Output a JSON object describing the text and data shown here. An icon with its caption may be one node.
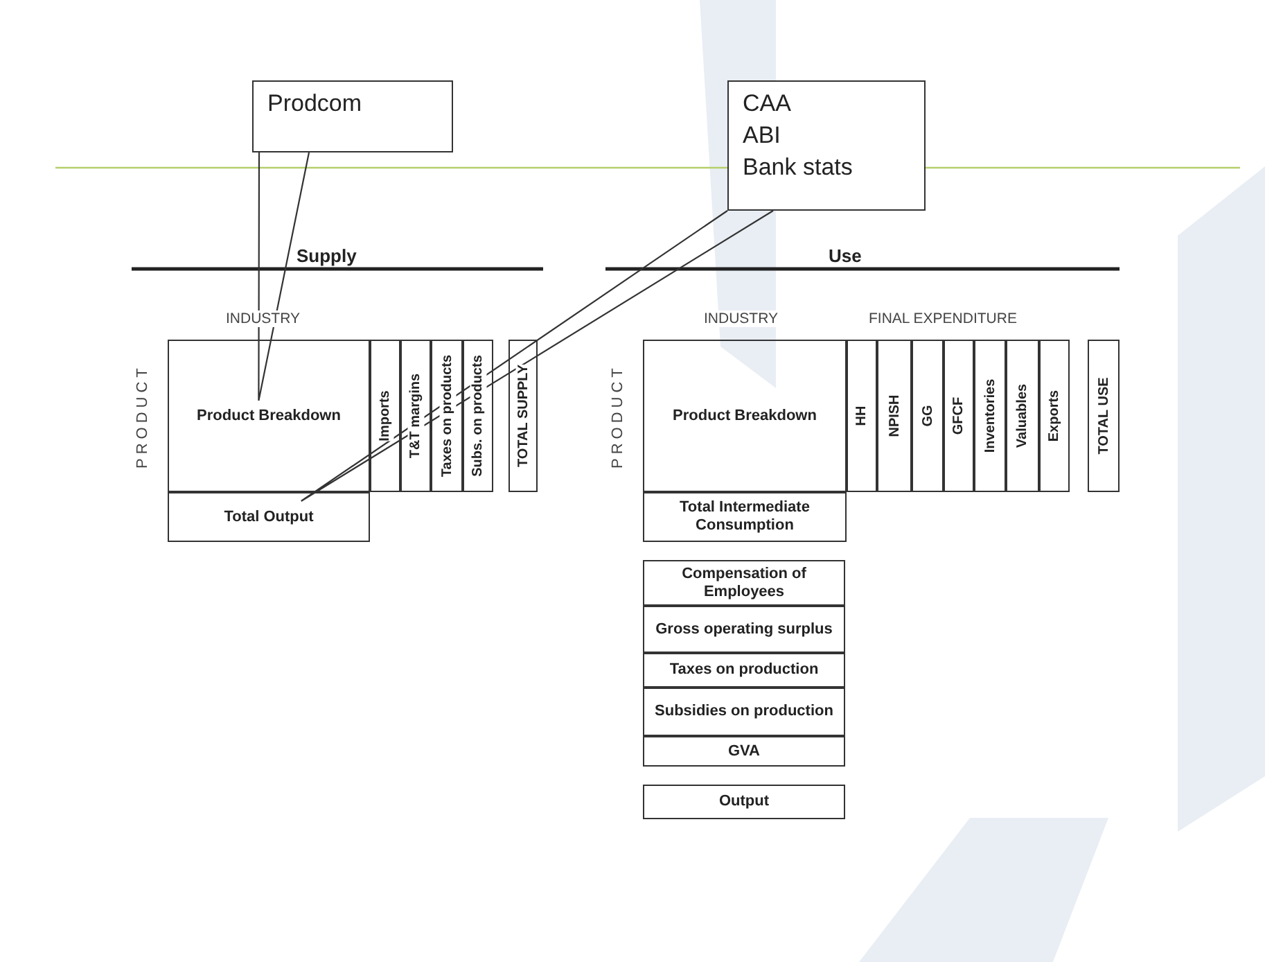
{
  "diagram": {
    "nodes": [
      {
        "text": [
          "Prodcom"
        ]
      },
      {
        "text": [
          "CAA",
          "ABI",
          "Bank stats"
        ]
      },
      {
        "text": [
          "Product Breakdown"
        ]
      },
      {
        "text": [
          "Total Output"
        ]
      },
      {
        "text": [
          "Imports"
        ]
      },
      {
        "text": [
          "T&T margins"
        ]
      },
      {
        "text": [
          "Taxes on products"
        ]
      },
      {
        "text": [
          "Subs. on products"
        ]
      },
      {
        "text": [
          "TOTAL SUPPLY"
        ]
      },
      {
        "text": [
          "Product Breakdown"
        ]
      },
      {
        "text": [
          "HH"
        ]
      },
      {
        "text": [
          "NPISH"
        ]
      },
      {
        "text": [
          "GG"
        ]
      },
      {
        "text": [
          "GFCF"
        ]
      },
      {
        "text": [
          "Inventories"
        ]
      },
      {
        "text": [
          "Valuables"
        ]
      },
      {
        "text": [
          "Exports"
        ]
      },
      {
        "text": [
          "TOTAL USE"
        ]
      },
      {
        "text": [
          "Total Intermediate Consumption"
        ]
      },
      {
        "text": [
          "Compensation of Employees"
        ]
      },
      {
        "text": [
          "Gross operating surplus"
        ]
      },
      {
        "text": [
          "Taxes on production"
        ]
      },
      {
        "text": [
          "Subsidies on production"
        ]
      },
      {
        "text": [
          "GVA"
        ]
      },
      {
        "text": [
          "Output"
        ]
      }
    ],
    "edges": [
      {
        "from": 0,
        "to": 2,
        "arrow": "none"
      },
      {
        "from": 1,
        "to": 3,
        "arrow": "none"
      }
    ],
    "labels": [
      "Supply",
      "Use",
      "INDUSTRY",
      "INDUSTRY",
      "FINAL EXPENDITURE",
      "PRODUCT",
      "PRODUCT"
    ]
  }
}
